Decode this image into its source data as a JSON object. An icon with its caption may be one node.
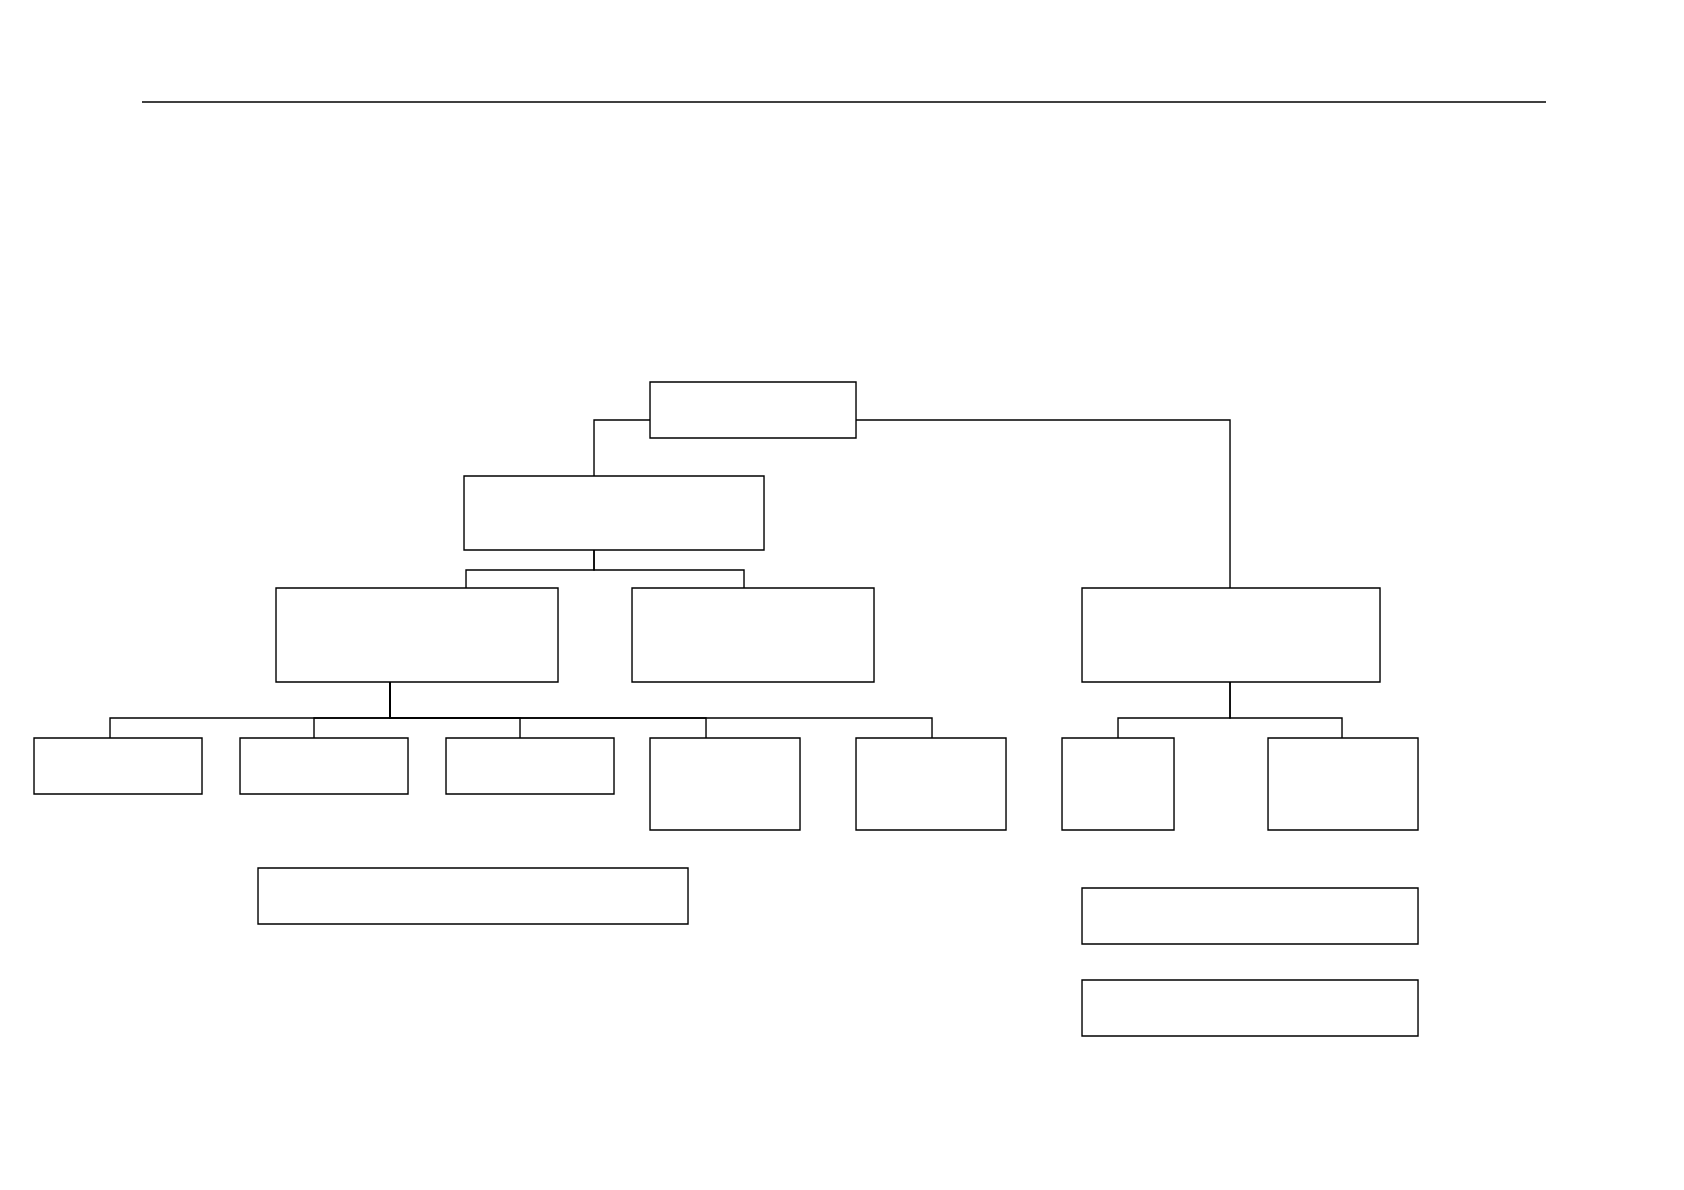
{
  "diagram": {
    "nodes": [
      {
        "text": [],
        "shape": "box"
      },
      {
        "text": [],
        "shape": "box"
      },
      {
        "text": [],
        "shape": "box"
      },
      {
        "text": [],
        "shape": "box"
      },
      {
        "text": [],
        "shape": "box"
      },
      {
        "text": [],
        "shape": "box"
      },
      {
        "text": [],
        "shape": "box"
      },
      {
        "text": [],
        "shape": "box"
      },
      {
        "text": [],
        "shape": "box"
      },
      {
        "text": [],
        "shape": "box"
      },
      {
        "text": [],
        "shape": "box"
      },
      {
        "text": [],
        "shape": "box"
      },
      {
        "text": [],
        "shape": "box"
      },
      {
        "text": [],
        "shape": "box"
      },
      {
        "text": [],
        "shape": "box"
      }
    ],
    "edges": [
      {
        "from": 0,
        "to": 1,
        "arrow": "none"
      },
      {
        "from": 0,
        "to": 4,
        "arrow": "none"
      },
      {
        "from": 1,
        "to": 2,
        "arrow": "none"
      },
      {
        "from": 1,
        "to": 3,
        "arrow": "none"
      },
      {
        "from": 2,
        "to": 5,
        "arrow": "none"
      },
      {
        "from": 2,
        "to": 6,
        "arrow": "none"
      },
      {
        "from": 2,
        "to": 7,
        "arrow": "none"
      },
      {
        "from": 2,
        "to": 8,
        "arrow": "none"
      },
      {
        "from": 2,
        "to": 9,
        "arrow": "none"
      },
      {
        "from": 4,
        "to": 10,
        "arrow": "none"
      },
      {
        "from": 4,
        "to": 11,
        "arrow": "none"
      }
    ]
  }
}
